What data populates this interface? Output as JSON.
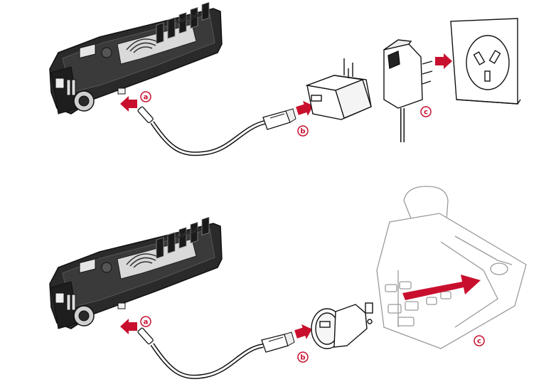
{
  "colors": {
    "accent": "#c8102e",
    "line": "#1a1a1a",
    "device_body": "#2a2a2a",
    "device_panel": "#d9d9d9",
    "car_line": "#9a9a9a"
  },
  "device": {
    "brand": "GOOLOO"
  },
  "top": {
    "label_a": "a",
    "label_b": "b",
    "label_c": "c"
  },
  "bottom": {
    "label_a": "a",
    "label_b": "b",
    "label_c": "c"
  }
}
